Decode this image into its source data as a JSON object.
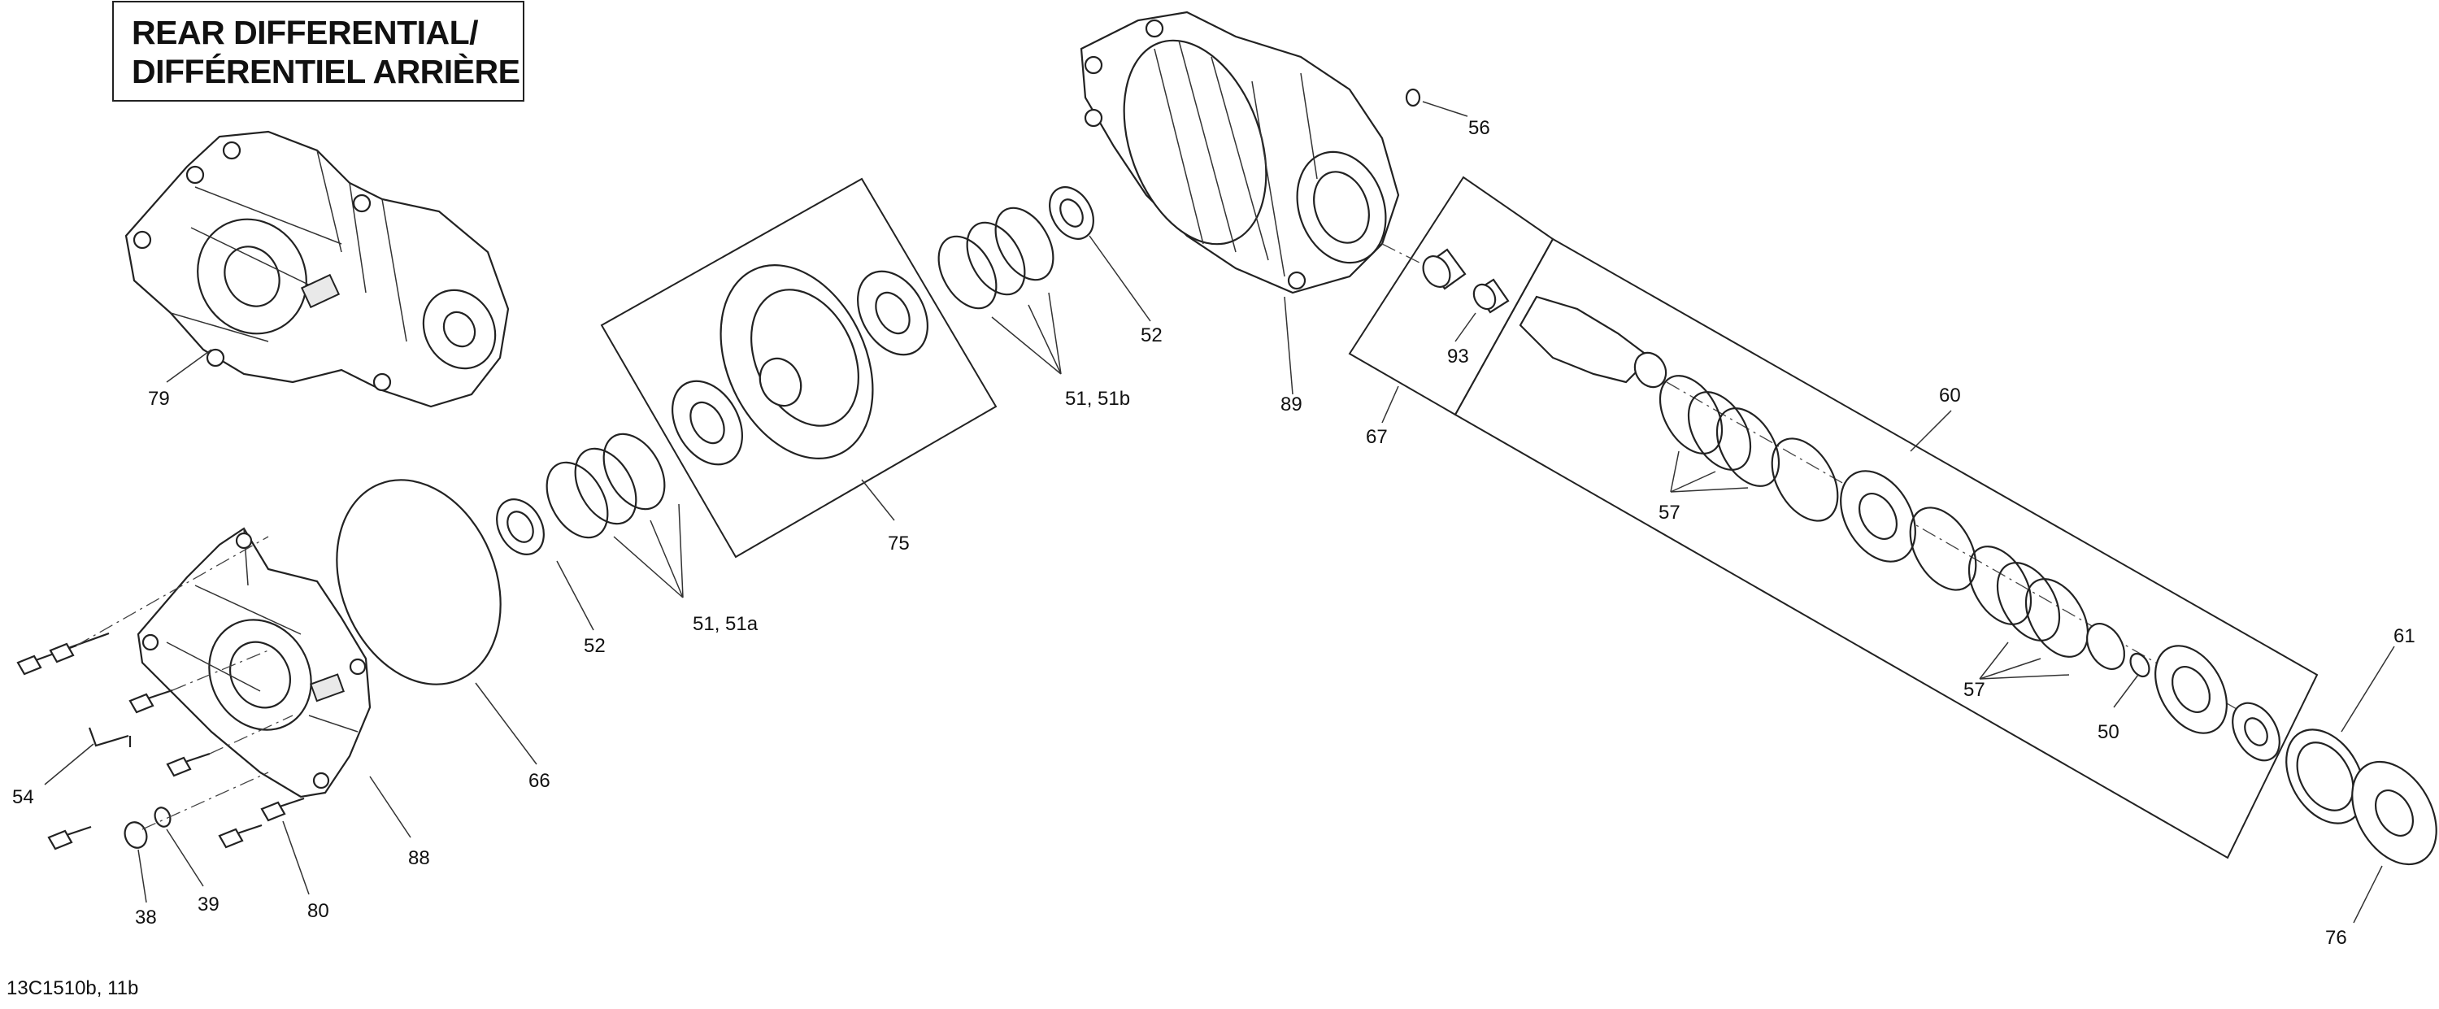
{
  "title": {
    "line1": "REAR DIFFERENTIAL/",
    "line2": "DIFFÉRENTIEL ARRIÈRE"
  },
  "footer_code": "13C1510b, 11b",
  "callouts": {
    "c79": "79",
    "c75": "75",
    "c52a": "52",
    "c51_51b": "51, 51b",
    "c89": "89",
    "c56": "56",
    "c93": "93",
    "c67": "67",
    "c60": "60",
    "c57a": "57",
    "c52b": "52",
    "c51_51a": "51, 51a",
    "c66": "66",
    "c88": "88",
    "c54": "54",
    "c38": "38",
    "c39": "39",
    "c80": "80",
    "c57b": "57",
    "c50": "50",
    "c61": "61",
    "c76": "76"
  }
}
